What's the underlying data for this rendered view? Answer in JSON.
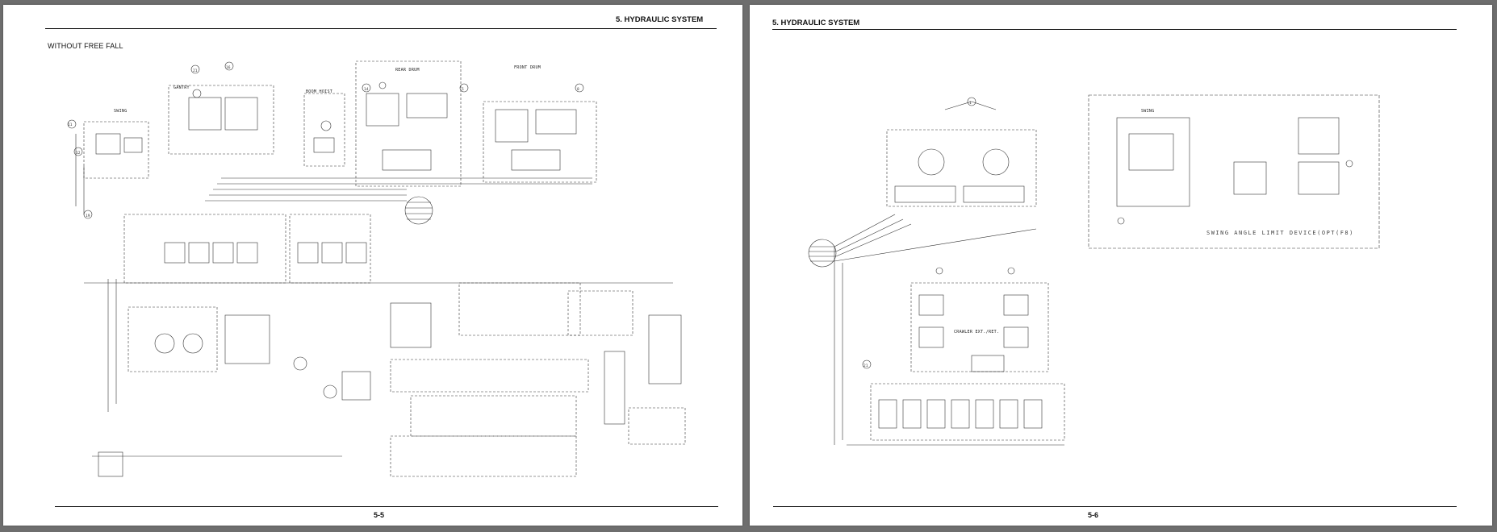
{
  "left_page": {
    "header": "5. HYDRAULIC SYSTEM",
    "subtitle": "WITHOUT FREE FALL",
    "page_number": "5-5",
    "labels": {
      "gantry": "GANTRY",
      "swing": "SWING",
      "boom_hoist": "BOOM HOIST",
      "rear_drum": "REAR DRUM",
      "front_drum": "FRONT DRUM"
    }
  },
  "right_page": {
    "header": "5. HYDRAULIC SYSTEM",
    "page_number": "5-6",
    "labels": {
      "swing": "SWING",
      "swing_angle_limit": "SWING ANGLE LIMIT DEVICE(OPT(F8)",
      "crawler_ext": "CRAWLER EXT./RET."
    }
  }
}
